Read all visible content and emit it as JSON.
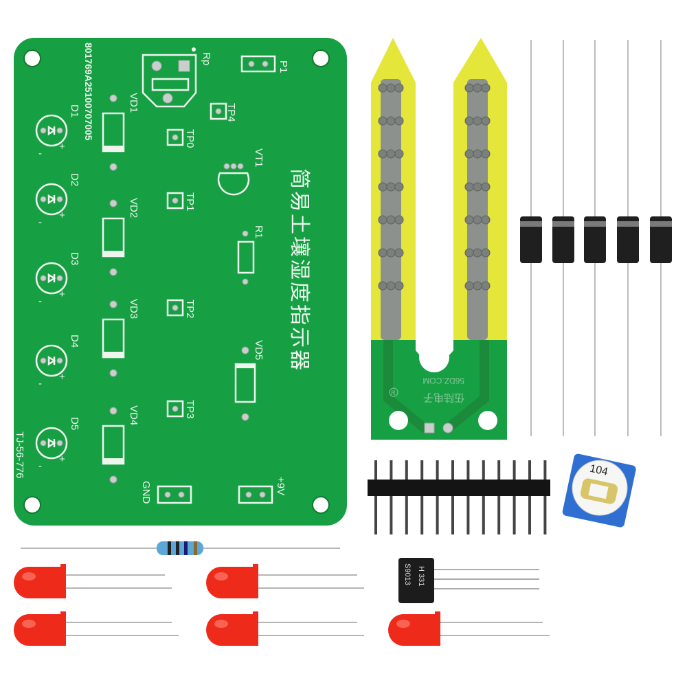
{
  "board": {
    "serial": "801769A25100707005",
    "model": "TJ-56-776",
    "title_cn": "简易土壤湿度指示器",
    "labels": {
      "rp": "Rp",
      "p1": "P1",
      "tp4": "TP4",
      "tp0": "TP0",
      "vt1": "VT1",
      "tp1": "TP1",
      "r1": "R1",
      "tp2": "TP2",
      "vd5": "VD5",
      "tp3": "TP3",
      "gnd": "GND",
      "v9": "+9V"
    },
    "leds": [
      "D1",
      "D2",
      "D3",
      "D4",
      "D5"
    ],
    "diodes": [
      "VD1",
      "VD2",
      "VD3",
      "VD4"
    ],
    "polarity": {
      "minus": "-",
      "plus": "+"
    },
    "color": "#16a043"
  },
  "probe": {
    "brand_cn": "伍陆电子",
    "site": "56DZ.COM",
    "cert_mark": "R"
  },
  "transistor": {
    "line1": "S9013",
    "line2": "H 331"
  },
  "potentiometer": {
    "code": "104"
  }
}
